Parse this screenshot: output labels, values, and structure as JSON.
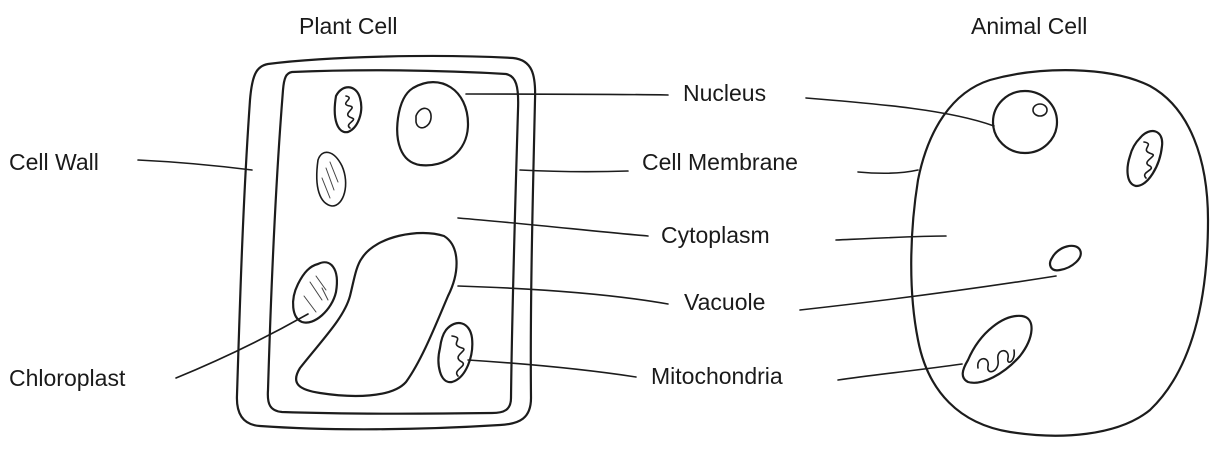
{
  "diagram": {
    "plant_title": "Plant Cell",
    "animal_title": "Animal Cell",
    "labels": {
      "cell_wall": "Cell Wall",
      "chloroplast": "Chloroplast",
      "nucleus": "Nucleus",
      "cell_membrane": "Cell Membrane",
      "cytoplasm": "Cytoplasm",
      "vacuole": "Vacuole",
      "mitochondria": "Mitochondria"
    }
  }
}
